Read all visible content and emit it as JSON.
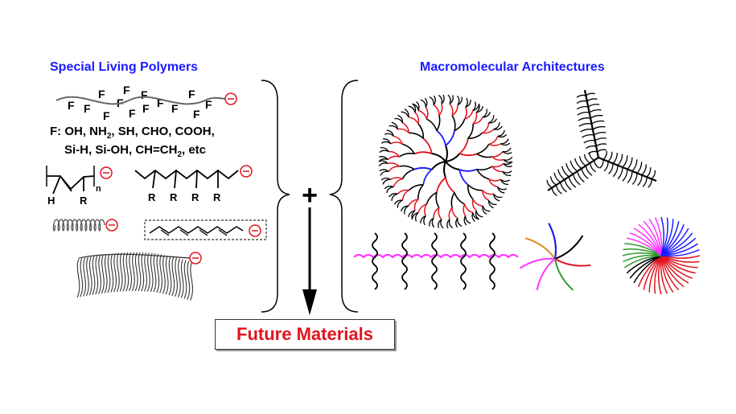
{
  "left_title": "Special Living Polymers",
  "right_title": "Macromolecular Architectures",
  "functional_groups": {
    "letter": "F",
    "list_line1_prefix": "F: OH, NH",
    "list_line1_sub": "2",
    "list_line1_suffix": ", SH, CHO, COOH,",
    "list_line2_prefix": "Si-H, Si-OH, CH=CH",
    "list_line2_sub": "2",
    "list_line2_suffix": ", etc"
  },
  "chem_labels": {
    "hydrogen": "H",
    "substituent": "R",
    "repeat": "n"
  },
  "anion_symbol": "⊖",
  "operator_symbol": "+",
  "result_label": "Future Materials",
  "colors": {
    "title": "#1a1aff",
    "result": "#e0141e",
    "anion": "#e0141e",
    "arm_red": "#e0141e",
    "arm_blue": "#1a1aff",
    "arm_magenta": "#ff33ff",
    "arm_green": "#2a9a2a",
    "arm_orange": "#e08a1a"
  }
}
